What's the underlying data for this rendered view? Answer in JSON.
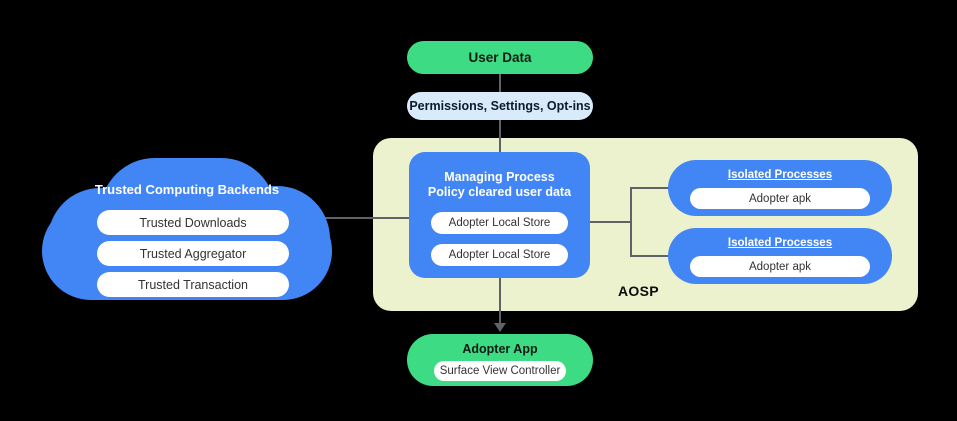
{
  "diagram": {
    "title_label": "AOSP",
    "colors": {
      "blue": "#4285F4",
      "green": "#3DDC84",
      "light_blue": "#D9EAFB",
      "pale_yellow": "#EDF2CE",
      "connector": "#5f6368",
      "white": "#FFFFFF"
    }
  },
  "user_data": {
    "label": "User Data"
  },
  "permissions": {
    "label": "Permissions,  Settings, Opt-ins"
  },
  "cloud": {
    "title": "Trusted Computing Backends",
    "items": [
      {
        "label": "Trusted Downloads"
      },
      {
        "label": "Trusted Aggregator"
      },
      {
        "label": "Trusted Transaction"
      }
    ]
  },
  "managing_process": {
    "title_line1": "Managing Process",
    "title_line2": "Policy cleared user data",
    "stores": [
      {
        "label": "Adopter Local Store"
      },
      {
        "label": "Adopter Local Store"
      }
    ]
  },
  "isolated_processes": [
    {
      "title": "Isolated Processes",
      "apk": "Adopter apk"
    },
    {
      "title": "Isolated Processes",
      "apk": "Adopter apk"
    }
  ],
  "adopter_app": {
    "title": "Adopter App",
    "controller": "Surface View Controller"
  }
}
